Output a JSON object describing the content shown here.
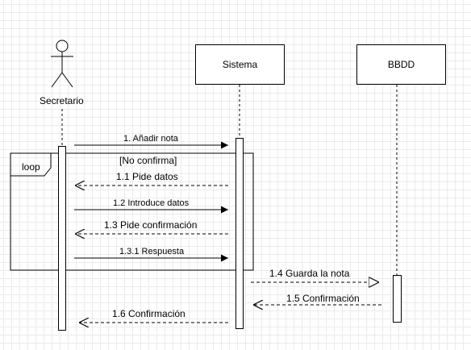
{
  "participants": {
    "actor": "Secretario",
    "system": "Sistema",
    "db": "BBDD"
  },
  "fragment": {
    "operator": "loop",
    "guard": "[No confirma]"
  },
  "messages": [
    {
      "id": "1",
      "label": "1. Añadir nota",
      "type": "sync"
    },
    {
      "id": "1.1",
      "label": "1.1 Pide datos",
      "type": "return"
    },
    {
      "id": "1.2",
      "label": "1.2 Introduce datos",
      "type": "sync"
    },
    {
      "id": "1.3",
      "label": "1.3 Pide confirmación",
      "type": "return"
    },
    {
      "id": "1.3.1",
      "label": "1.3.1 Respuesta",
      "type": "sync"
    },
    {
      "id": "1.4",
      "label": "1.4 Guarda la nota",
      "type": "async"
    },
    {
      "id": "1.5",
      "label": "1.5 Confirmación",
      "type": "return"
    },
    {
      "id": "1.6",
      "label": "1.6 Confirmación",
      "type": "return"
    }
  ]
}
